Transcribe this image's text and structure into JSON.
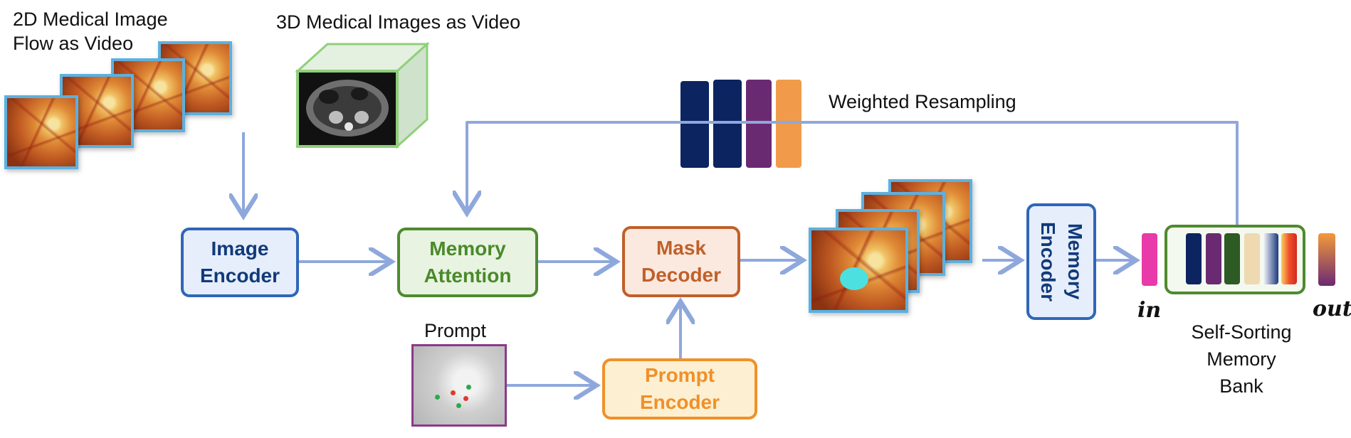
{
  "captions": {
    "flow2d": "2D Medical Image\nFlow as Video",
    "video3d": "3D Medical Images as Video",
    "weighted_resampling": "Weighted Resampling",
    "prompt": "Prompt",
    "memory_bank": "Self-Sorting\nMemory\nBank",
    "in_label": "in",
    "out_label": "out"
  },
  "boxes": {
    "image_encoder": "Image\nEncoder",
    "memory_attention": "Memory\nAttention",
    "mask_decoder": "Mask\nDecoder",
    "prompt_encoder": "Prompt\nEncoder",
    "memory_encoder": "Memory\nEncoder"
  },
  "colors": {
    "arrow": "#8fa8dc",
    "image_encoder": "#2f66b8",
    "memory_attention": "#4f8a2e",
    "mask_decoder": "#c0602a",
    "prompt_encoder": "#f0902a",
    "memory_encoder": "#2f66b8",
    "resampling_bars": [
      "#0c2460",
      "#0c2460",
      "#6a2a72",
      "#f19b4a"
    ],
    "bank_bars": [
      "#0c2460",
      "#6a2a72",
      "#2e5a24",
      "#eed9b0",
      "#b0c8e8",
      "#f0502a"
    ],
    "in_bar": "#e83aa8"
  }
}
